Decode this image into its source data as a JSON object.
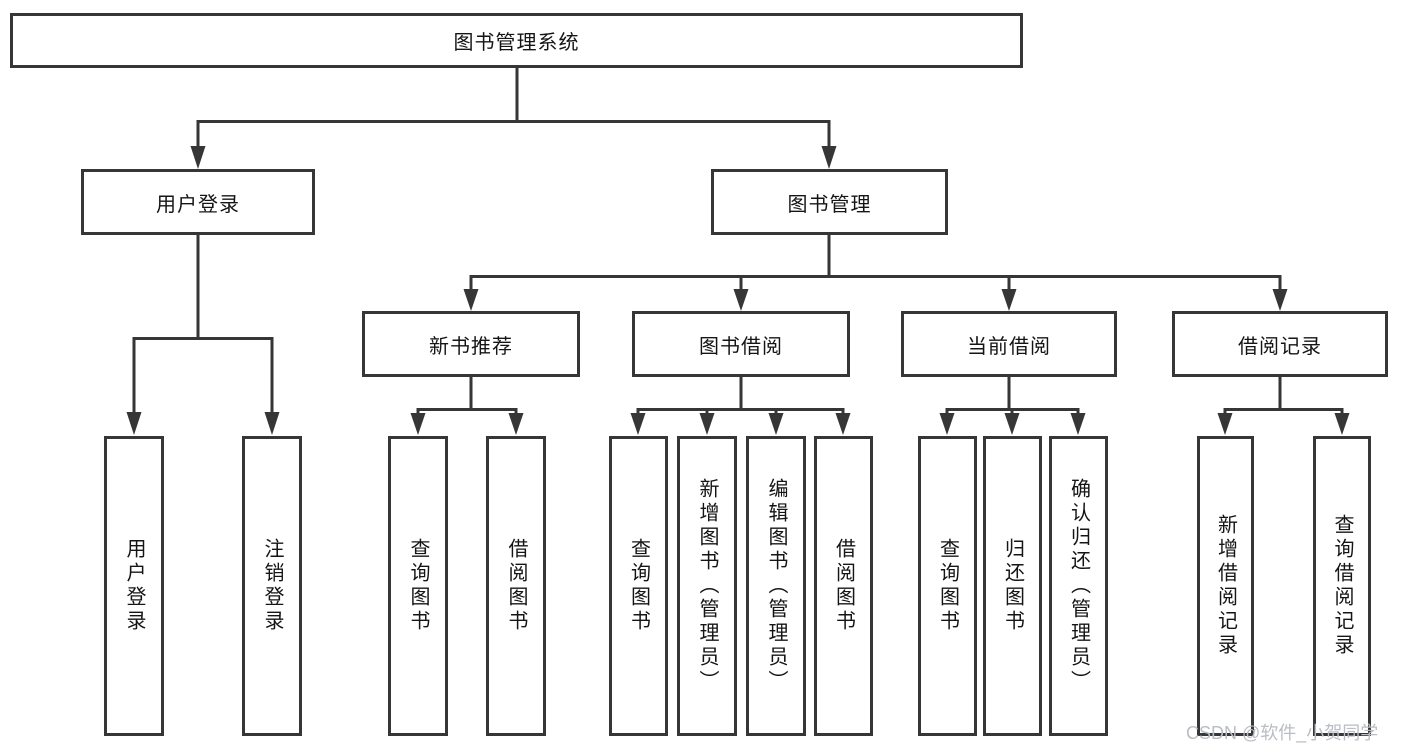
{
  "colors": {
    "line": "#363636",
    "text": "#151515",
    "background": "#ffffff",
    "watermark_color": "#b9bdc4"
  },
  "watermark": {
    "text": "CSDN @软件_小贺同学"
  },
  "tree": {
    "root": {
      "label": "图书管理系统",
      "children": [
        {
          "label": "用户登录",
          "children": [
            {
              "label": "用户登录"
            },
            {
              "label": "注销登录"
            }
          ]
        },
        {
          "label": "图书管理",
          "children": [
            {
              "label": "新书推荐",
              "children": [
                {
                  "label": "查询图书"
                },
                {
                  "label": "借阅图书"
                }
              ]
            },
            {
              "label": "图书借阅",
              "children": [
                {
                  "label": "查询图书"
                },
                {
                  "label": "新增图书（管理员）"
                },
                {
                  "label": "编辑图书（管理员）"
                },
                {
                  "label": "借阅图书"
                }
              ]
            },
            {
              "label": "当前借阅",
              "children": [
                {
                  "label": "查询图书"
                },
                {
                  "label": "归还图书"
                },
                {
                  "label": "确认归还（管理员）"
                }
              ]
            },
            {
              "label": "借阅记录",
              "children": [
                {
                  "label": "新增借阅记录"
                },
                {
                  "label": "查询借阅记录"
                }
              ]
            }
          ]
        }
      ]
    }
  }
}
